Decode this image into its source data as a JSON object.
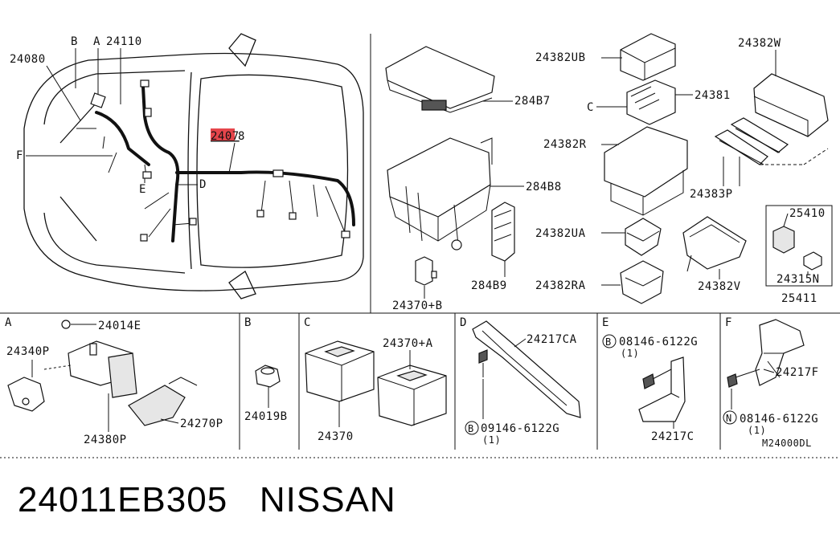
{
  "labels": {
    "l24080": "24080",
    "lB_top": "B",
    "lA_top": "A",
    "l24110": "24110",
    "l24078_hl": "2407",
    "l24078_rest": "8",
    "lF_car": "F",
    "lE_car": "E",
    "lD_car": "D",
    "l24382UB": "24382UB",
    "l24382W": "24382W",
    "l284B7": "284B7",
    "lC_mid": "C",
    "l24381": "24381",
    "l24382R": "24382R",
    "l284B8": "284B8",
    "l24383P": "24383P",
    "l25410": "25410",
    "l24382UA": "24382UA",
    "l24382RA": "24382RA",
    "l284B9": "284B9",
    "l24382V": "24382V",
    "l24315N": "24315N",
    "l24370B": "24370+B",
    "l25411": "25411",
    "secA": "A",
    "l24014E": "24014E",
    "l24340P": "24340P",
    "l24380P": "24380P",
    "l24270P": "24270P",
    "secB": "B",
    "l24019B": "24019B",
    "secC": "C",
    "l24370A": "24370+A",
    "l24370": "24370",
    "secD": "D",
    "l24217CA": "24217CA",
    "lD_bolt": "09146-6122G",
    "lD_qty": "(1)",
    "lD_circ": "B",
    "secE": "E",
    "lE_bolt": "08146-6122G",
    "lE_qty": "(1)",
    "lE_circ": "B",
    "l24217C": "24217C",
    "secF": "F",
    "l24217F": "24217F",
    "lF_bolt": "08146-6122G",
    "lF_qty": "(1)",
    "lF_circ": "N",
    "l_code": "M24000DL"
  },
  "caption": {
    "part_number": "24011EB305",
    "brand": "NISSAN"
  },
  "colors": {
    "highlight": "#e0242b",
    "line": "#111111"
  }
}
